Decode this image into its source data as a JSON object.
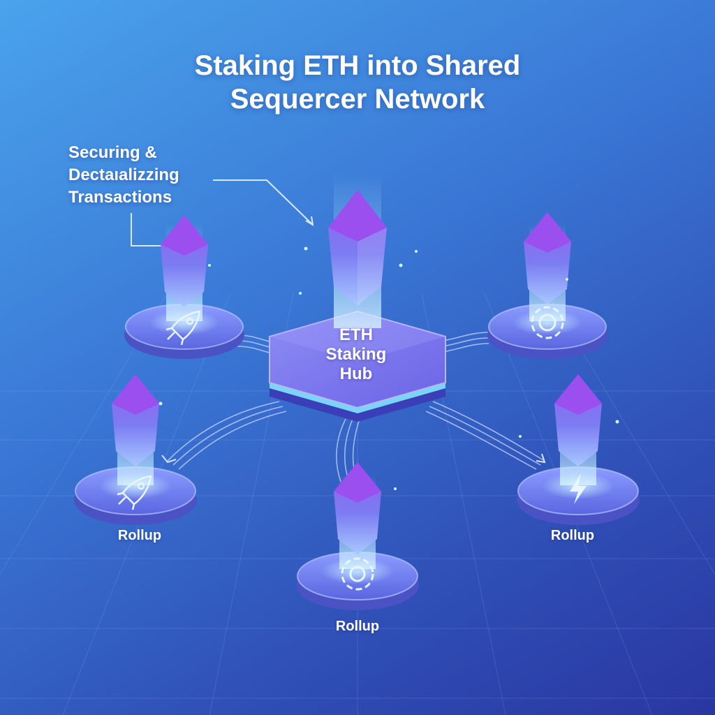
{
  "title": {
    "line1": "Staking ETH into Shared",
    "line2": "Sequercer Network"
  },
  "callout": {
    "line1": "Securing &",
    "line2": "Dectaıalizzing",
    "line3": "Transactions"
  },
  "hub": {
    "line1": "ETH",
    "line2": "Staking",
    "line3": "Hub"
  },
  "rollups": [
    {
      "id": "top-left",
      "icon": "rocket-icon",
      "label": ""
    },
    {
      "id": "top-right",
      "icon": "gear-icon",
      "label": ""
    },
    {
      "id": "bottom-left",
      "icon": "rocket-icon",
      "label": "Rollup"
    },
    {
      "id": "bottom-center",
      "icon": "gear-icon",
      "label": "Rollup"
    },
    {
      "id": "bottom-right",
      "icon": "lightning-icon",
      "label": "Rollup"
    }
  ],
  "colors": {
    "background_top": "#4aa3ec",
    "background_bottom": "#2a36a2",
    "crystal": "#8a4de8",
    "platform": "#6a78ee",
    "glow": "#7fe6ff"
  }
}
